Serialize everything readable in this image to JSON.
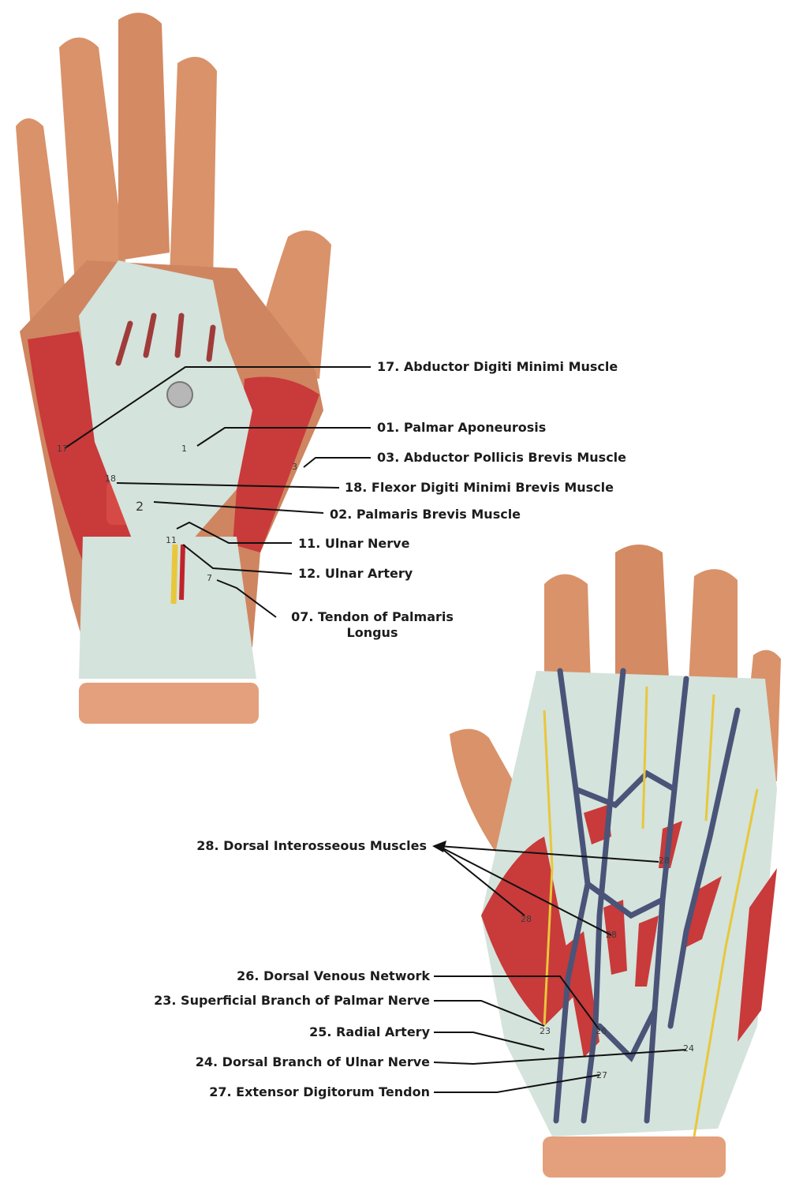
{
  "palmar_labels": [
    {
      "text": "17.  Abductor Digiti Minimi Muscle"
    },
    {
      "text": "01.  Palmar Aponeurosis"
    },
    {
      "text": "03.  Abductor Pollicis Brevis Muscle"
    },
    {
      "text": "18.  Flexor Digiti Minimi Brevis Muscle"
    },
    {
      "text": "02.  Palmaris Brevis Muscle"
    },
    {
      "text": "11.  Ulnar Nerve"
    },
    {
      "text": "12.  Ulnar Artery"
    },
    {
      "text": "07.  Tendon of Palmaris",
      "text2": "Longus"
    }
  ],
  "dorsal_labels": [
    {
      "text": "28.  Dorsal Interosseous Muscles"
    },
    {
      "text": "26.  Dorsal Venous Network"
    },
    {
      "text": "23.  Superficial Branch of Palmar Nerve"
    },
    {
      "text": "25.  Radial Artery"
    },
    {
      "text": "24.  Dorsal Branch of Ulnar Nerve"
    },
    {
      "text": "27.  Extensor Digitorum Tendon"
    }
  ],
  "model_numbers": {
    "n17": "17",
    "n1": "1",
    "n3": "3",
    "n18": "18",
    "n2": "2",
    "n11": "11",
    "n7": "7",
    "n28a": "28",
    "n28b": "28",
    "n28c": "28",
    "n26": "26",
    "n23": "23",
    "n24": "24",
    "n27": "27"
  },
  "colors": {
    "skin": "#d9926a",
    "skin_dark": "#b8724f",
    "muscle": "#c93a3a",
    "fascia": "#d4e3dc",
    "vein": "#4a5478",
    "nerve": "#e8c73a",
    "artery": "#c0242a",
    "base": "#e4a07c",
    "leader": "#111111"
  }
}
